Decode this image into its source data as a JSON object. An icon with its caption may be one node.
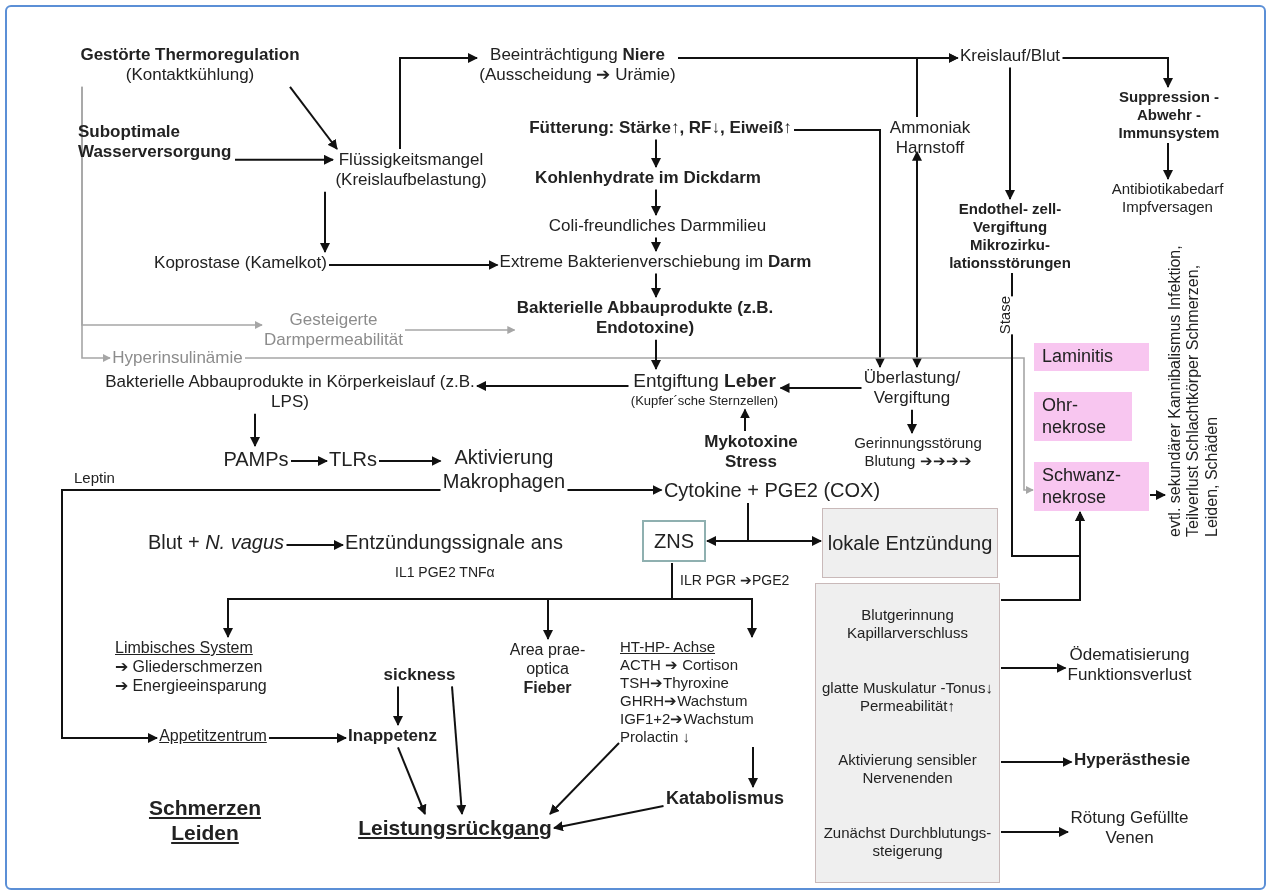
{
  "diagram": {
    "nodes": [
      {
        "text": [
          "Gestörte Thermoregulation",
          "(Kontaktkühlung)"
        ]
      },
      {
        "text": [
          "Suboptimale Wasserversorgung"
        ]
      },
      {
        "text": [
          "Flüssigkeitsmangel",
          "(Kreislaufbelastung)"
        ]
      },
      {
        "text": [
          "Beeinträchtigung **Niere**",
          "(Ausscheidung ➔ Urämie)"
        ]
      },
      {
        "text": [
          "Kreislauf/Blut"
        ]
      },
      {
        "text": [
          "Suppression -Abwehr -Immunsystem"
        ]
      },
      {
        "text": [
          "Antibiotikabedarf Impfversagen"
        ]
      },
      {
        "text": [
          "Fütterung: Stärke↑, RF↓, Eiweiß↑"
        ]
      },
      {
        "text": [
          "Kohlenhydrate im Dickdarm"
        ]
      },
      {
        "text": [
          "Coli-freundliches Darmmilieu"
        ]
      },
      {
        "text": [
          "Koprostase (Kamelkot)"
        ]
      },
      {
        "text": [
          "Extreme Bakterienverschiebung im **Darm**"
        ]
      },
      {
        "text": [
          "Ammoniak Harnstoff"
        ]
      },
      {
        "text": [
          "Endothel- zell-Vergiftung Mikrozirku- lationsstörungen"
        ]
      },
      {
        "text": [
          "Gesteigerte Darmpermeabilität"
        ]
      },
      {
        "text": [
          "Bakterielle Abbauprodukte (z.B. Endotoxine)"
        ]
      },
      {
        "text": [
          "Hyperinsulinämie"
        ]
      },
      {
        "text": [
          "Entgiftung **Leber**",
          "(Kupfer´sche Sternzellen)"
        ]
      },
      {
        "text": [
          "Überlastung/ Vergiftung"
        ]
      },
      {
        "text": [
          "Bakterielle Abbauprodukte in Körperkeislauf (z.B. LPS)"
        ]
      },
      {
        "text": [
          "Mykotoxine Stress"
        ]
      },
      {
        "text": [
          "Gerinnungsstörung Blutung ➔➔➔➔"
        ]
      },
      {
        "text": [
          "Laminitis"
        ]
      },
      {
        "text": [
          "Ohr- nekrose"
        ]
      },
      {
        "text": [
          "Schwanz- nekrose"
        ]
      },
      {
        "text": [
          "evtl. sekundärer Kannibalismus Infektion, Teilverlust Schlachtkörper Schmerzen, Leiden, Schäden"
        ]
      },
      {
        "text": [
          "PAMPs"
        ]
      },
      {
        "text": [
          "TLRs"
        ]
      },
      {
        "text": [
          "Aktivierung Makrophagen"
        ]
      },
      {
        "text": [
          "Cytokine + PGE2 (COX)"
        ]
      },
      {
        "text": [
          "Blut + *N. vagus*"
        ]
      },
      {
        "text": [
          "Entzündungssignale ans"
        ],
        "beside": [
          "IL1 PGE2 TNFα"
        ]
      },
      {
        "text": [
          "ZNS"
        ],
        "beside": [
          "ILR PGR ➔PGE2"
        ]
      },
      {
        "text": [
          "lokale Entzündung"
        ]
      },
      {
        "text": [
          "Blutgerinnung Kapillarverschluss",
          "glatte Muskulatur -Tonus↓ Permeabilität↑",
          "Aktivierung sensibler Nervenenden",
          "Zunächst Durchblutungs- steigerung"
        ]
      },
      {
        "text": [
          "Limbisches System",
          "➔ Gliederschmerzen",
          "➔ Energieeinsparung"
        ]
      },
      {
        "text": [
          "Appetitzentrum"
        ]
      },
      {
        "text": [
          "Inappetenz"
        ]
      },
      {
        "text": [
          "sickness"
        ]
      },
      {
        "text": [
          "Area prae- optica",
          "Fieber"
        ]
      },
      {
        "text": [
          "HT-HP- Achse",
          "ACTH ➔ Cortison",
          "TSH➔Thyroxine",
          "GHRH➔Wachstum",
          "IGF1+2➔Wachstum",
          "Prolactin ↓"
        ]
      },
      {
        "text": [
          "Katabolismus"
        ]
      },
      {
        "text": [
          "Leistungsrückgang"
        ]
      },
      {
        "text": [
          "Ödematisierung Funktionsverlust"
        ]
      },
      {
        "text": [
          "Hyperästhesie"
        ]
      },
      {
        "text": [
          "Rötung Gefüllte Venen"
        ]
      }
    ],
    "edges": [
      {
        "from": 0,
        "to": 2,
        "arrow": "to"
      },
      {
        "from": 1,
        "to": 2,
        "arrow": "to"
      },
      {
        "from": 2,
        "to": 3,
        "arrow": "to"
      },
      {
        "from": 2,
        "to": 10,
        "arrow": "to"
      },
      {
        "from": 3,
        "to": 4,
        "arrow": "to"
      },
      {
        "from": 12,
        "to": 4,
        "arrow": "to"
      },
      {
        "from": 4,
        "to": 5,
        "arrow": "to"
      },
      {
        "from": 5,
        "to": 6,
        "arrow": "to"
      },
      {
        "from": 4,
        "to": 13,
        "arrow": "to"
      },
      {
        "from": 7,
        "to": 8,
        "arrow": "to"
      },
      {
        "from": 8,
        "to": 9,
        "arrow": "to"
      },
      {
        "from": 9,
        "to": 11,
        "arrow": "to"
      },
      {
        "from": 10,
        "to": 11,
        "arrow": "to"
      },
      {
        "from": 11,
        "to": 15,
        "arrow": "to"
      },
      {
        "from": 7,
        "to": 18,
        "arrow": "to"
      },
      {
        "from": 12,
        "to": 18,
        "arrow": "both"
      },
      {
        "from": 0,
        "to": 14,
        "arrow": "to",
        "color": "#a6a6a6"
      },
      {
        "from": 0,
        "to": 16,
        "arrow": "to",
        "color": "#a6a6a6"
      },
      {
        "from": 14,
        "to": 15,
        "arrow": "to",
        "color": "#a6a6a6"
      },
      {
        "from": 16,
        "to": 24,
        "arrow": "to",
        "color": "#a6a6a6"
      },
      {
        "from": 15,
        "to": 17,
        "arrow": "to"
      },
      {
        "from": 18,
        "to": 17,
        "arrow": "to"
      },
      {
        "from": 17,
        "to": 19,
        "arrow": "to"
      },
      {
        "from": 20,
        "to": 17,
        "arrow": "to"
      },
      {
        "from": 18,
        "to": 21,
        "arrow": "to"
      },
      {
        "from": 19,
        "to": 26,
        "arrow": "to"
      },
      {
        "from": 26,
        "to": 27,
        "arrow": "to"
      },
      {
        "from": 27,
        "to": 28,
        "arrow": "to"
      },
      {
        "from": 28,
        "to": 29,
        "arrow": "to"
      },
      {
        "from": 28,
        "to": 36,
        "label": "Leptin",
        "arrow": "to"
      },
      {
        "from": 30,
        "to": 31,
        "arrow": "to"
      },
      {
        "from": 29,
        "to": 32,
        "arrow": "to"
      },
      {
        "from": 29,
        "to": 33,
        "arrow": "to"
      },
      {
        "from": 32,
        "to": 35,
        "arrow": "to"
      },
      {
        "from": 32,
        "to": 39,
        "arrow": "to"
      },
      {
        "from": 32,
        "to": 40,
        "arrow": "to"
      },
      {
        "from": 36,
        "to": 37,
        "arrow": "to"
      },
      {
        "from": 38,
        "to": 37,
        "arrow": "to"
      },
      {
        "from": 38,
        "to": 42,
        "arrow": "to"
      },
      {
        "from": 37,
        "to": 42,
        "arrow": "to"
      },
      {
        "from": 40,
        "to": 42,
        "arrow": "to"
      },
      {
        "from": 40,
        "to": 41,
        "arrow": "to"
      },
      {
        "from": 41,
        "to": 42,
        "arrow": "to"
      },
      {
        "from": 34,
        "to": 43,
        "arrow": "to"
      },
      {
        "from": 34,
        "to": 44,
        "arrow": "to"
      },
      {
        "from": 34,
        "to": 45,
        "arrow": "to"
      },
      {
        "from": 34,
        "to": 24,
        "arrow": "to"
      },
      {
        "from": 13,
        "to": 24,
        "label": "Stase",
        "arrow": "to"
      },
      {
        "from": 24,
        "to": 25,
        "arrow": "to"
      }
    ],
    "labels": [
      "Schmerzen Leiden"
    ]
  }
}
